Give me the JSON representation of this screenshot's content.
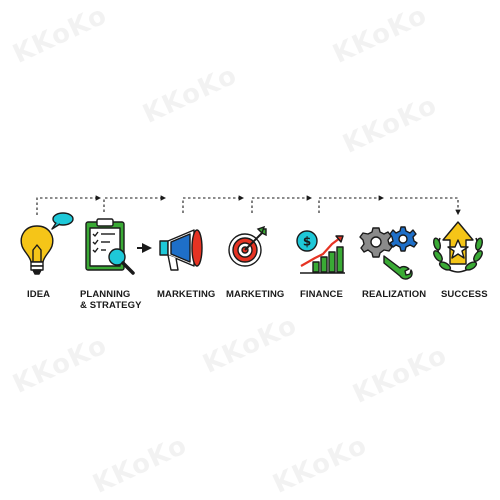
{
  "steps": [
    {
      "label": "IDEA",
      "icon": "lightbulb-icon"
    },
    {
      "label": "PLANNING",
      "label2": "& STRATEGY",
      "icon": "clipboard-magnifier-icon"
    },
    {
      "label": "MARKETING",
      "icon": "megaphone-icon"
    },
    {
      "label": "MARKETING",
      "icon": "target-arrow-icon"
    },
    {
      "label": "FINANCE",
      "icon": "growth-chart-dollar-icon"
    },
    {
      "label": "REALIZATION",
      "icon": "gears-wrench-icon"
    },
    {
      "label": "SUCCESS",
      "icon": "star-laurel-icon"
    }
  ],
  "side_id": "174578308",
  "watermark": "KKoKo",
  "colors": {
    "outline": "#1a1a1a",
    "yellow": "#f5c518",
    "teal": "#1ec8d8",
    "green": "#3aaa35",
    "red": "#e63323",
    "blue": "#1e6fc8",
    "grey": "#8a8a8a",
    "arrow": "#1a1a1a"
  }
}
